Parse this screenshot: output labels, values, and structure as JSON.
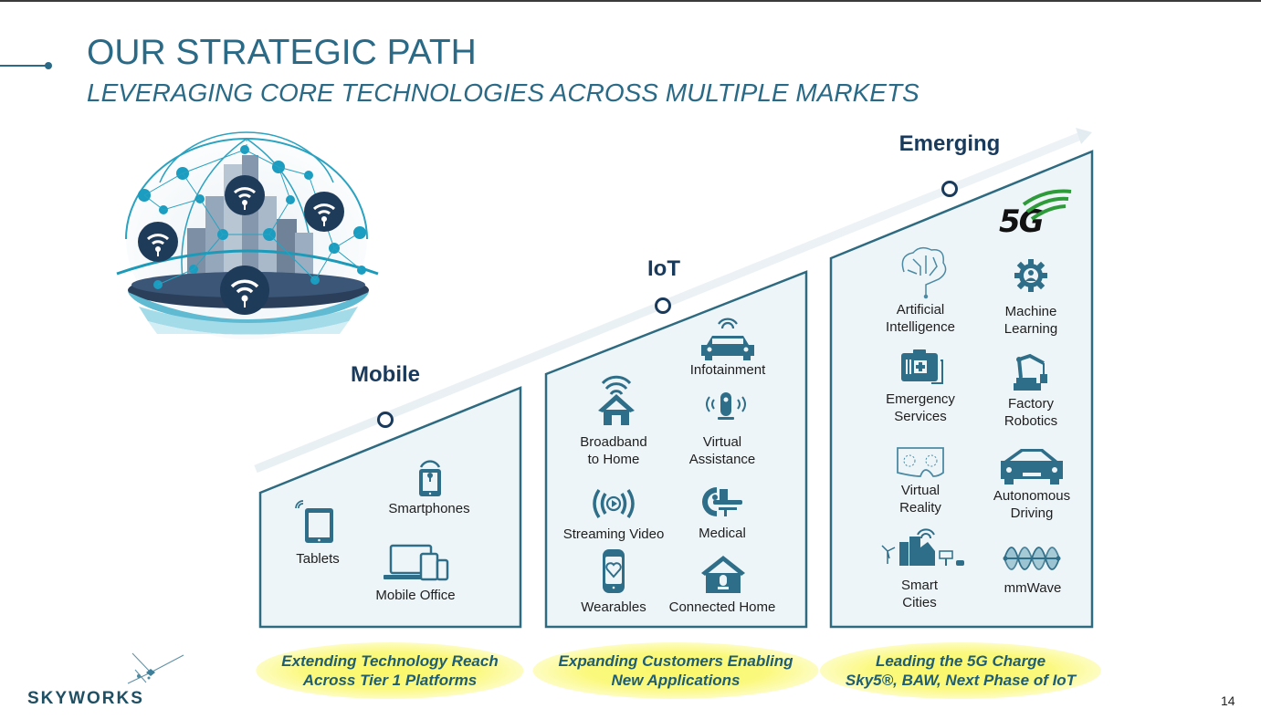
{
  "header": {
    "title": "OUR STRATEGIC PATH",
    "subtitle": "LEVERAGING CORE TECHNOLOGIES ACROSS MULTIPLE MARKETS"
  },
  "colors": {
    "brand_teal": "#2a6a86",
    "panel_border": "#2e6a80",
    "panel_fill": "#eef5f8",
    "icon": "#2f6e88",
    "stage_title": "#1a3a5c",
    "highlight": "#fbf86a",
    "tagline_text": "#1f5d73",
    "fiveg_green": "#2e9b3a"
  },
  "stages": [
    {
      "title": "Mobile",
      "items": [
        {
          "label": "Tablets",
          "icon": "tablet-icon"
        },
        {
          "label": "Smartphones",
          "icon": "smartphone-icon"
        },
        {
          "label": "Mobile Office",
          "icon": "devices-icon"
        }
      ],
      "tagline": {
        "line1": "Extending Technology Reach",
        "line2": "Across Tier 1 Platforms"
      }
    },
    {
      "title": "IoT",
      "items": [
        {
          "label": "Infotainment",
          "icon": "connected-car-icon"
        },
        {
          "label": "Broadband",
          "label2": "to Home",
          "icon": "wifi-home-icon"
        },
        {
          "label": "Virtual",
          "label2": "Assistance",
          "icon": "smart-speaker-icon"
        },
        {
          "label": "Streaming Video",
          "icon": "streaming-icon"
        },
        {
          "label": "Medical",
          "icon": "medical-scanner-icon"
        },
        {
          "label": "Wearables",
          "icon": "smartwatch-icon"
        },
        {
          "label": "Connected Home",
          "icon": "connected-home-icon"
        }
      ],
      "tagline": {
        "line1": "Expanding Customers Enabling",
        "line2": "New Applications"
      }
    },
    {
      "title": "Emerging",
      "badge": "5G",
      "items": [
        {
          "label": "Artificial",
          "label2": "Intelligence",
          "icon": "brain-circuit-icon"
        },
        {
          "label": "Machine",
          "label2": "Learning",
          "icon": "gear-user-icon"
        },
        {
          "label": "Emergency",
          "label2": "Services",
          "icon": "first-aid-kit-icon"
        },
        {
          "label": "Factory",
          "label2": "Robotics",
          "icon": "robot-arm-icon"
        },
        {
          "label": "Virtual",
          "label2": "Reality",
          "icon": "vr-headset-icon"
        },
        {
          "label": "Autonomous",
          "label2": "Driving",
          "icon": "car-icon"
        },
        {
          "label": "Smart",
          "label2": "Cities",
          "icon": "smart-city-icon"
        },
        {
          "label": "mmWave",
          "icon": "wave-icon"
        }
      ],
      "tagline": {
        "line1": "Leading the 5G Charge",
        "line2": "Sky5®, BAW, Next Phase of IoT"
      }
    }
  ],
  "footer": {
    "logo": "SKYWORKS",
    "page_number": "14"
  }
}
